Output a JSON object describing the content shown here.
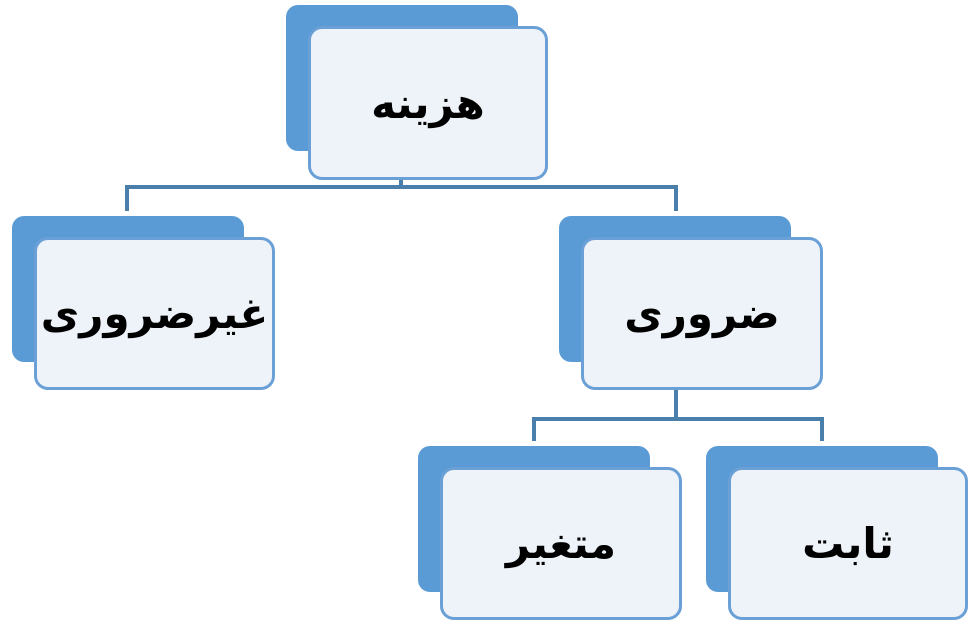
{
  "diagram": {
    "root": {
      "label": "هزینه"
    },
    "non_essential": {
      "label": "غیرضروری"
    },
    "essential": {
      "label": "ضروری"
    },
    "variable": {
      "label": "متغیر"
    },
    "fixed": {
      "label": "ثابت"
    }
  },
  "colors": {
    "shadow": "#5b9bd5",
    "card_fill": "#eef3fa",
    "card_border": "#6aa0d6",
    "connector": "#4a7eab",
    "text": "#000000"
  }
}
